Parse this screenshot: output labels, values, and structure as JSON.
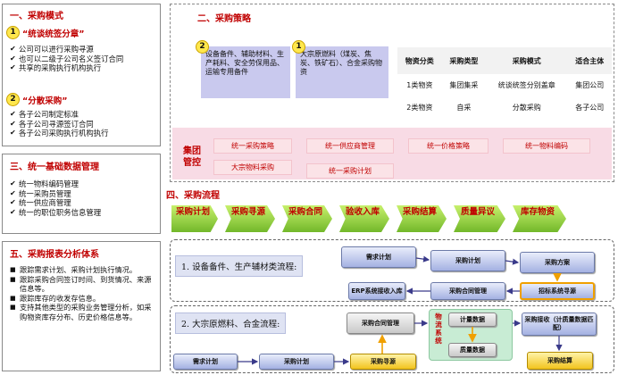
{
  "colors": {
    "accent_red": "#c00000",
    "flow_green": "#72b82a",
    "node_blue": "#a4b1e2",
    "node_yellow": "#f2c41e",
    "table_lilac": "#c9c9ee",
    "govern_pink": "#f8dbe5"
  },
  "section1": {
    "title": "一、采购模式",
    "badge1": "1",
    "centralized": "“统谈统签分章”",
    "centralized_items": [
      "公司可以进行采购寻源",
      "也可以二级子公司名义签订合同",
      "共享的采购执行机构执行"
    ],
    "badge2": "2",
    "decentralized": "“分散采购”",
    "decentralized_items": [
      "各子公司制定标准",
      "各子公司寻源签订合同",
      "各子公司采购执行机构执行"
    ]
  },
  "section3": {
    "title": "三、统一基础数据管理",
    "items": [
      "统一物料编码管理",
      "统一采购员管理",
      "统一供应商管理",
      "统一的职位职务信息管理"
    ]
  },
  "section5": {
    "title": "五、采购报表分析体系",
    "items": [
      "跟踪需求计划、采购计划执行情况。",
      "跟踪采购合同签订时间、到货情况、来源信息等。",
      "跟踪库存的收发存信息。",
      "支持其他类型的采购业务管理分析，如采购物资库存分布、历史价格信息等。"
    ]
  },
  "section2": {
    "title": "二、采购策略",
    "badge2": "2",
    "equip_text": "设备备件、辅助材料、生产耗料、安全劳保用品、运输专用备件",
    "badge1": "1",
    "bulk_text": "大宗原燃料（煤炭、焦炭、铁矿石）、合金采购物资",
    "table_header": [
      "物资分类",
      "采购类型",
      "采购模式",
      "适合主体"
    ],
    "table_rows": [
      [
        "1类物资",
        "集团集采",
        "统谈统签分别盖章",
        "集团公司"
      ],
      [
        "2类物资",
        "自采",
        "分散采购",
        "各子公司"
      ]
    ],
    "governance_label": "集团管控",
    "governance_pills": [
      "统一采购策略",
      "统一供应商管理",
      "统一价格策略",
      "统一物料编码",
      "大宗物料采购",
      "统一采购计划"
    ]
  },
  "section4": {
    "title": "四、采购流程",
    "steps": [
      "采购计划",
      "采购寻源",
      "采购合同",
      "验收入库",
      "采购结算",
      "质量异议",
      "库存物资"
    ],
    "process1": {
      "label": "1. 设备备件、生产辅材类流程:",
      "nodes": {
        "demand": "需求计划",
        "plan": "采购计划",
        "scheme": "采购方案",
        "erp": "ERP系统接收入库",
        "contract": "采购合同管理",
        "tender": "招标系统寻源"
      }
    },
    "process2": {
      "label": "2. 大宗原燃料、合金流程:",
      "logistics": "物流系统",
      "nodes": {
        "contract": "采购合同管理",
        "measure": "计量数据",
        "quality": "质量数据",
        "receive": "采购接收（计质量数据匹配）",
        "demand": "需求计划",
        "plan": "采购计划",
        "source": "采购寻源",
        "settle": "采购结算"
      }
    }
  }
}
